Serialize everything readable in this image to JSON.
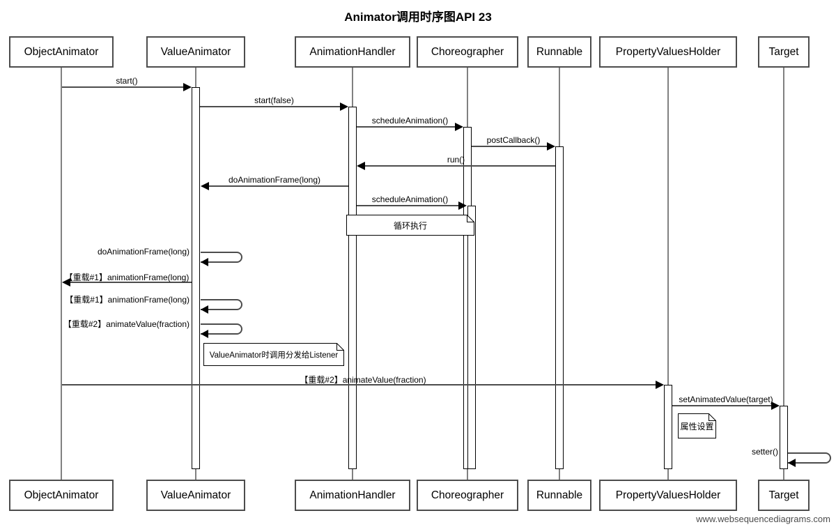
{
  "title": "Animator调用时序图API 23",
  "participants": [
    "ObjectAnimator",
    "ValueAnimator",
    "AnimationHandler",
    "Choreographer",
    "Runnable",
    "PropertyValuesHolder",
    "Target"
  ],
  "messages": {
    "start": "start()",
    "start_false": "start(false)",
    "schedule_animation_1": "scheduleAnimation()",
    "post_callback": "postCallback()",
    "run": "run()",
    "do_animation_frame": "doAnimationFrame(long)",
    "schedule_animation_2": "scheduleAnimation()",
    "do_animation_frame_self": "doAnimationFrame(long)",
    "overload1_animation_frame": "【重载#1】animationFrame(long)",
    "overload1_animation_frame_self": "【重载#1】animationFrame(long)",
    "overload2_animate_value_self": "【重载#2】animateValue(fraction)",
    "overload2_animate_value": "【重载#2】animateValue(fraction)",
    "set_animated_value": "setAnimatedValue(target)",
    "setter": "setter()"
  },
  "notes": {
    "loop_execution": "循环执行",
    "listener_dispatch": "ValueAnimator时调用分发给Listener",
    "property_set": "属性设置"
  },
  "watermark": "www.websequencediagrams.com",
  "colors": {
    "background": "#ffffff",
    "box_border": "#4c4c4c",
    "lifeline": "#808080",
    "message_line": "#4c4c4c",
    "arrowhead": "#000000",
    "text": "#000000"
  }
}
